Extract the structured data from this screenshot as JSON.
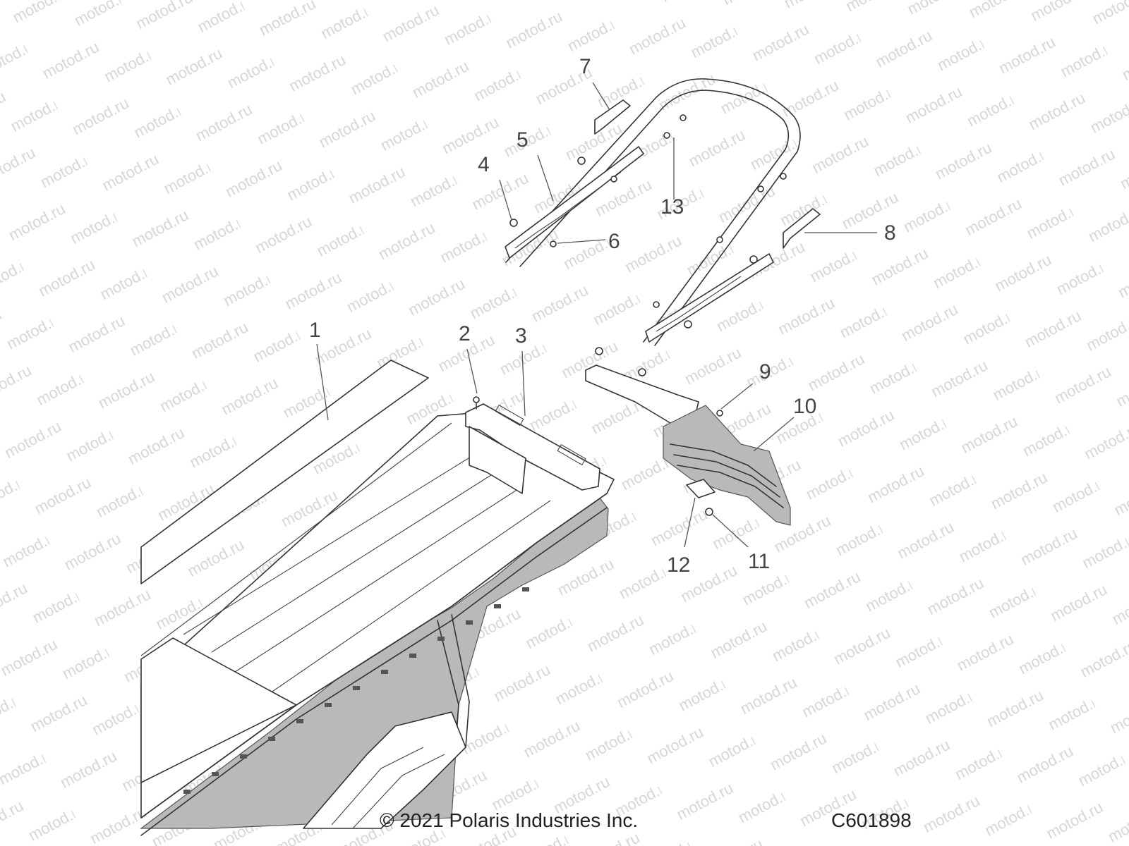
{
  "callouts": [
    {
      "id": "1",
      "label": "1"
    },
    {
      "id": "2",
      "label": "2"
    },
    {
      "id": "3",
      "label": "3"
    },
    {
      "id": "4",
      "label": "4"
    },
    {
      "id": "5",
      "label": "5"
    },
    {
      "id": "6",
      "label": "6"
    },
    {
      "id": "7",
      "label": "7"
    },
    {
      "id": "8",
      "label": "8"
    },
    {
      "id": "9",
      "label": "9"
    },
    {
      "id": "10",
      "label": "10"
    },
    {
      "id": "11",
      "label": "11"
    },
    {
      "id": "12",
      "label": "12"
    },
    {
      "id": "13",
      "label": "13"
    }
  ],
  "footer": {
    "copyright": "© 2021 Polaris Industries Inc.",
    "drawing_id": "C601898"
  },
  "watermark": "motod.ru"
}
